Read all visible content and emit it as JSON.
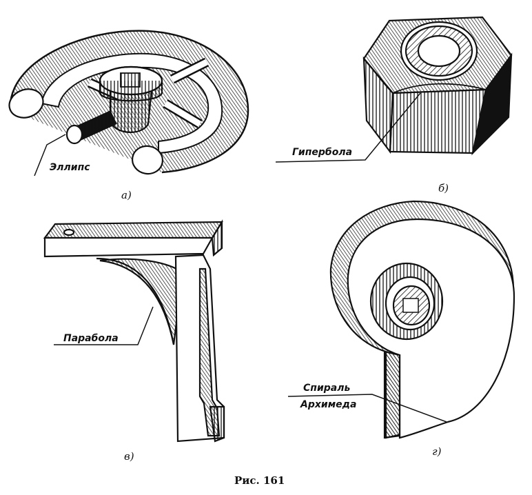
{
  "figure": {
    "caption": "Рис. 161",
    "panels": [
      {
        "letter": "а)",
        "label": "Эллипс",
        "object": "handwheel"
      },
      {
        "letter": "б)",
        "label": "Гипербола",
        "object": "hex-nut"
      },
      {
        "letter": "в)",
        "label": "Парабола",
        "object": "bracket"
      },
      {
        "letter": "г)",
        "label_line1": "Спираль",
        "label_line2": "Архимеда",
        "object": "cam"
      }
    ]
  }
}
